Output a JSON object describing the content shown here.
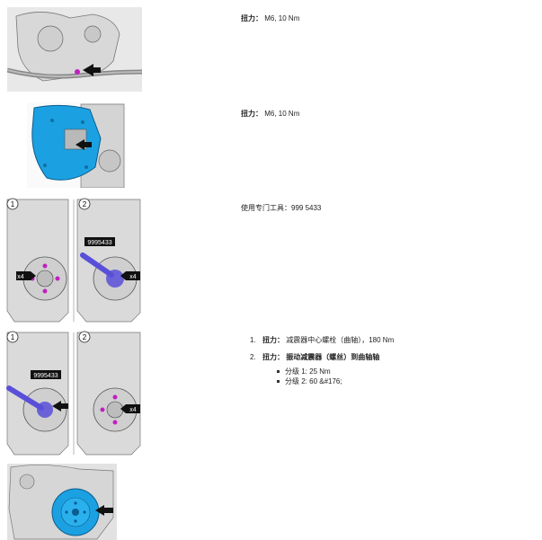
{
  "figures": [
    {
      "id": "fig1",
      "callouts": []
    },
    {
      "id": "fig2",
      "callouts": []
    },
    {
      "id": "fig3",
      "callouts": [
        "1",
        "2",
        "x4",
        "9995433",
        "x4"
      ]
    },
    {
      "id": "fig4",
      "callouts": [
        "1",
        "2",
        "9995433",
        "x4"
      ]
    },
    {
      "id": "fig5",
      "callouts": []
    }
  ],
  "notes": {
    "n1": {
      "label": "扭力：",
      "value": "M6, 10 Nm"
    },
    "n2": {
      "label": "扭力：",
      "value": "M6, 10 Nm"
    },
    "n3": {
      "text": "使用专门工具：999 5433"
    }
  },
  "steps": [
    {
      "num": "1.",
      "label": "扭力：",
      "value": "减震器中心螺栓（曲轴），180 Nm"
    },
    {
      "num": "2.",
      "label": "扭力：",
      "value": "振动减震器（螺丝）到曲轴轴",
      "substeps": [
        "分级 1: 25 Nm",
        "分级 2: 60 &#176;"
      ]
    }
  ],
  "colors": {
    "highlight": "#1ba1e2",
    "tool": "#5a4fd8",
    "bolt": "#c020c0",
    "engine": "#d8d8d8"
  }
}
